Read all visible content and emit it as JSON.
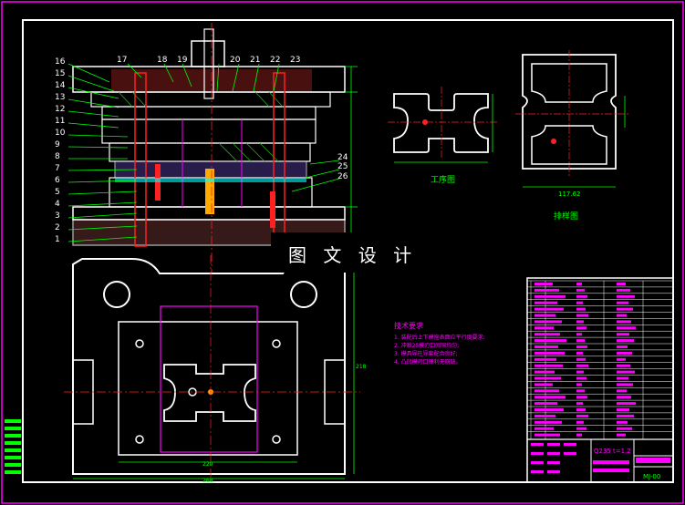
{
  "watermark": "图 文 设 计",
  "part_numbers_left": [
    "16",
    "15",
    "14",
    "13",
    "12",
    "11",
    "10",
    "9",
    "8",
    "7",
    "6",
    "5",
    "4",
    "3",
    "2",
    "1"
  ],
  "part_numbers_top": [
    "17",
    "18",
    "19",
    "20",
    "21",
    "22",
    "23"
  ],
  "part_numbers_right": [
    "24",
    "25",
    "26"
  ],
  "view_labels": {
    "workpiece": "工序图",
    "strip": "排样图"
  },
  "tech_title": "技术要求",
  "tech_items": [
    "1. 装配后上下模座表面应平行度要求;",
    "2. 冲裁25模刃口间隙均匀;",
    "3. 模具导柱导套配合良好;",
    "4. 凸凹模刃口锋利无崩缺。"
  ],
  "title_block": {
    "material": "Q235",
    "thickness": "t=1.2",
    "drawing_no": "MJ-00"
  },
  "dimensions": {
    "width_bottom": "268",
    "width_inner": "220",
    "height_side": "218",
    "strip_width": "117.62"
  },
  "colors": {
    "outline": "#ffffff",
    "green": "#00ff00",
    "magenta": "#ff00ff",
    "red": "#ff2020",
    "cyan": "#00ffff",
    "yellow": "#ffff00",
    "frame": "#ff00ff"
  }
}
